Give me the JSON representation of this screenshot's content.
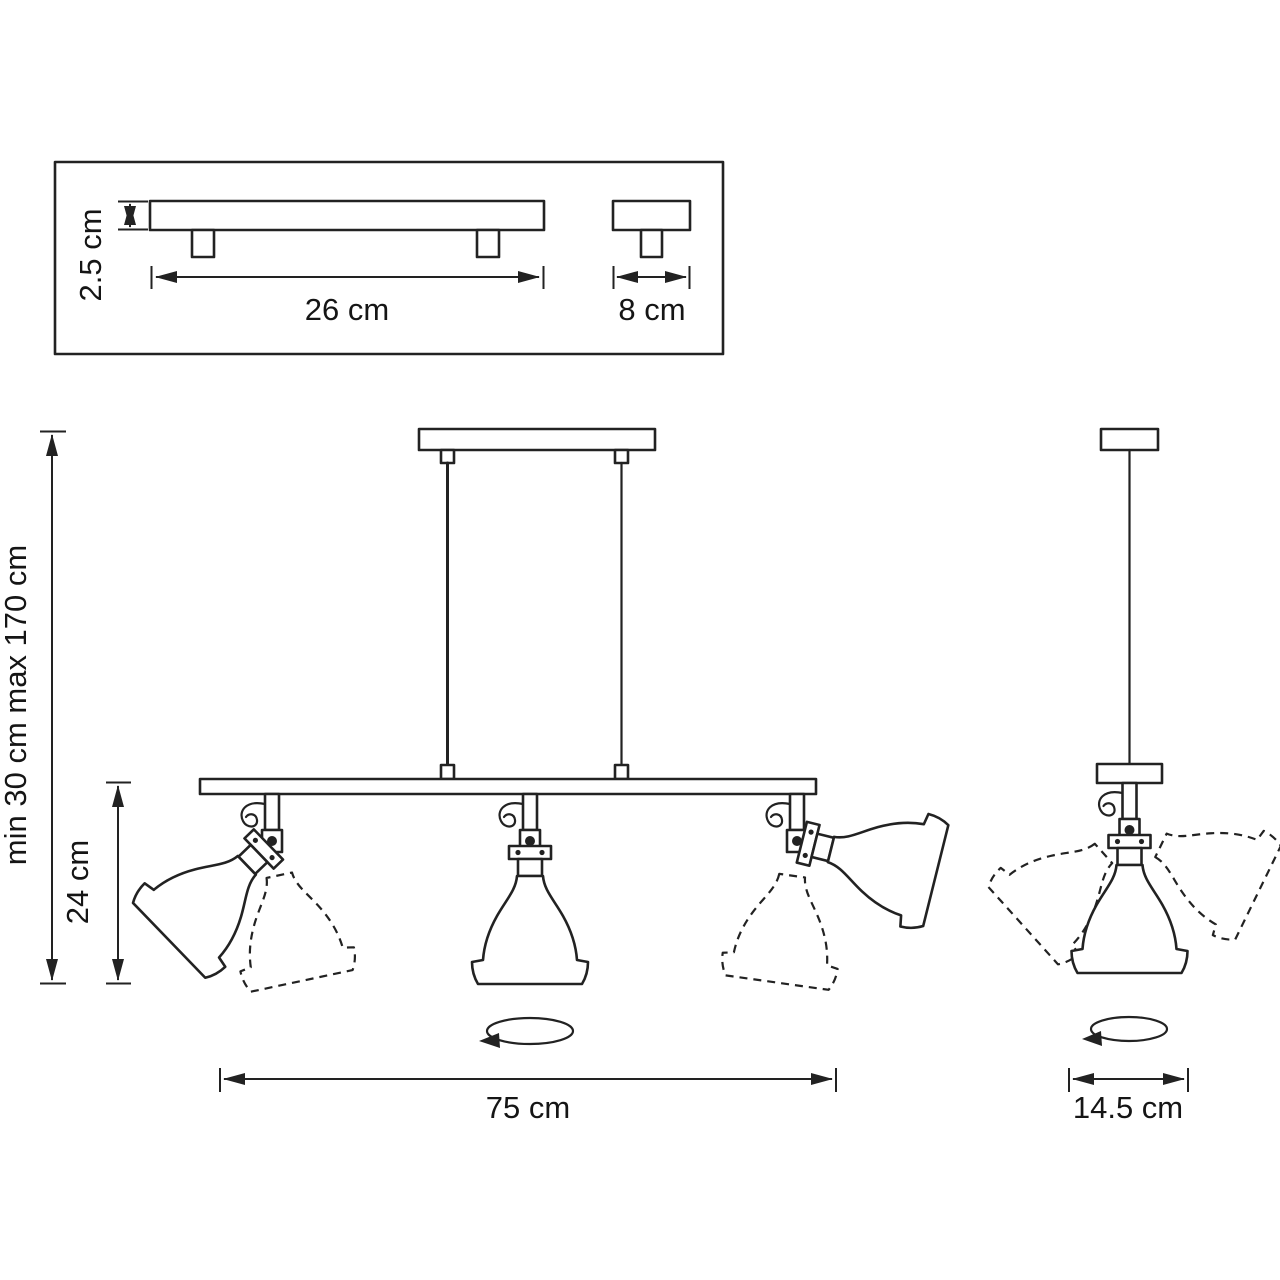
{
  "diagram": {
    "type": "technical-dimension-drawing",
    "subject": "three-light adjustable pendant fixture with single-pendant side view and ceiling mount detail",
    "colors": {
      "line": "#222222",
      "background": "#ffffff",
      "text": "#151515"
    },
    "inset": {
      "plate_thickness": "2.5 cm",
      "long_plate_length": "26 cm",
      "short_plate_length": "8 cm"
    },
    "main_view": {
      "suspension_range": "min 30 cm max 170 cm",
      "head_height": "24 cm",
      "fixture_width": "75 cm"
    },
    "side_view": {
      "shade_width": "14.5 cm"
    }
  }
}
